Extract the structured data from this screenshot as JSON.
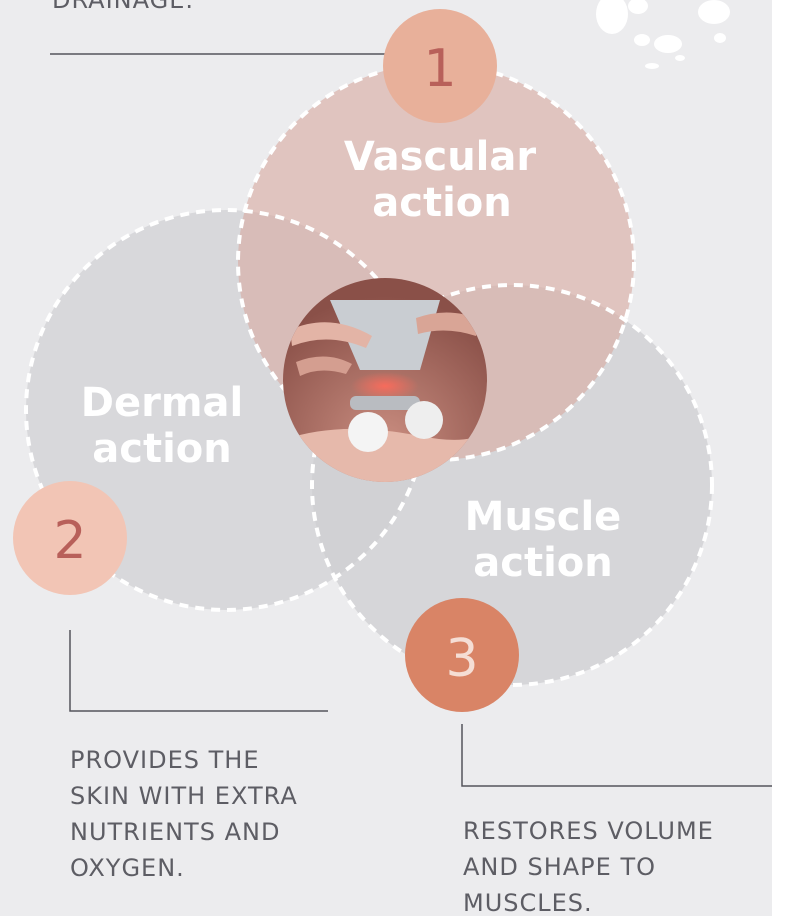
{
  "colors": {
    "background": "#ececee",
    "vascular_fill": "#e2c0b8",
    "dermal_fill": "#d3d3d6",
    "muscle_fill": "#cfcfd2",
    "badge_1": "#e8b09a",
    "badge_2": "#f2c5b5",
    "badge_3": "#d98466",
    "label_white": "#ffffff",
    "number_dark": "#b8605a",
    "caption_text": "#5d5d64",
    "rule_line": "#55555c"
  },
  "captions": {
    "top": "DRAINAGE.",
    "dermal": "PROVIDES THE\nSKIN WITH EXTRA\nNUTRIENTS AND\nOXYGEN.",
    "muscle": "RESTORES VOLUME\nAND SHAPE TO\nMUSCLES."
  },
  "circles": {
    "vascular": {
      "label_line1": "Vascular",
      "label_line2": "action",
      "number": "1"
    },
    "dermal": {
      "label_line1": "Dermal",
      "label_line2": "action",
      "number": "2"
    },
    "muscle": {
      "label_line1": "Muscle",
      "label_line2": "action",
      "number": "3"
    }
  },
  "center_photo": {
    "icon": "massage-device-photo"
  },
  "decoration": {
    "icon": "dots-decoration-icon"
  }
}
